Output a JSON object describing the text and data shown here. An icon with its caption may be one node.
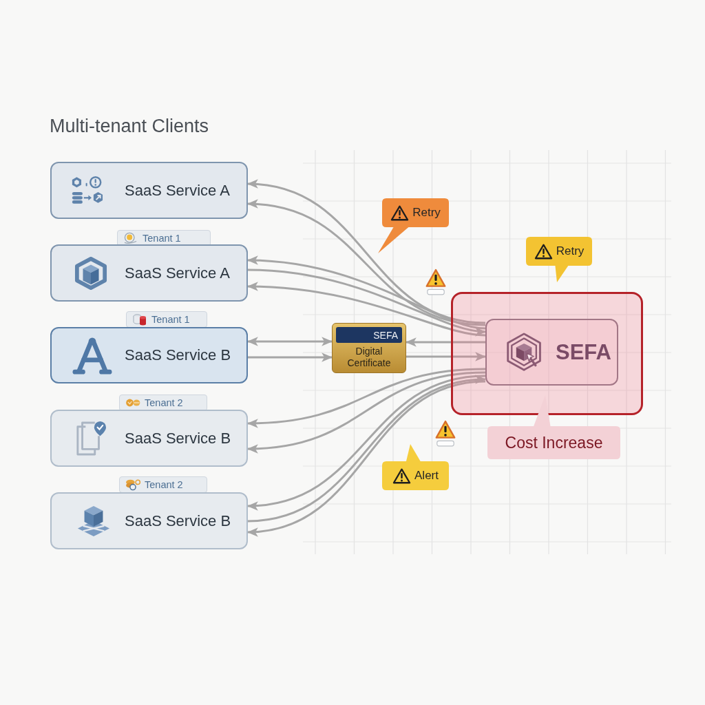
{
  "diagram": {
    "title": "Multi-tenant Clients",
    "nodes": [
      {
        "text": [
          "SaaS Service A"
        ]
      },
      {
        "text": [
          "Tenant 1"
        ]
      },
      {
        "text": [
          "SaaS Service A"
        ]
      },
      {
        "text": [
          "Tenant 1"
        ]
      },
      {
        "text": [
          "SaaS Service B"
        ]
      },
      {
        "text": [
          "Tenant 2"
        ]
      },
      {
        "text": [
          "SaaS Service B"
        ]
      },
      {
        "text": [
          "Tenant 2"
        ]
      },
      {
        "text": [
          "SaaS Service B"
        ]
      },
      {
        "text": [
          "Retry"
        ]
      },
      {
        "text": [
          "Retry"
        ]
      },
      {
        "text": [],
        "shape": "box"
      },
      {
        "text": [
          "SEFA"
        ],
        "in": 11
      },
      {
        "text": [
          "SEFA",
          "Digital Certificate"
        ]
      },
      {
        "text": [
          "Cost Increase"
        ]
      },
      {
        "text": [
          "Alert"
        ]
      }
    ],
    "edges": [
      {
        "from": 12,
        "to": 0,
        "arrow": "to"
      },
      {
        "from": 12,
        "to": 0,
        "arrow": "to"
      },
      {
        "from": 12,
        "to": 2,
        "arrow": "to"
      },
      {
        "from": 2,
        "to": 12,
        "arrow": "to"
      },
      {
        "from": 12,
        "to": 2,
        "arrow": "to"
      },
      {
        "from": 4,
        "to": 13,
        "arrow": "both"
      },
      {
        "from": 4,
        "to": 13,
        "arrow": "to"
      },
      {
        "from": 12,
        "to": 13,
        "arrow": "to"
      },
      {
        "from": 13,
        "to": 12,
        "arrow": "to"
      },
      {
        "from": 12,
        "to": 6,
        "arrow": "to"
      },
      {
        "from": 12,
        "to": 6,
        "arrow": "to"
      },
      {
        "from": 12,
        "to": 8,
        "arrow": "to"
      },
      {
        "from": 8,
        "to": 12,
        "arrow": "to"
      },
      {
        "from": 12,
        "to": 8,
        "arrow": "to"
      }
    ]
  }
}
